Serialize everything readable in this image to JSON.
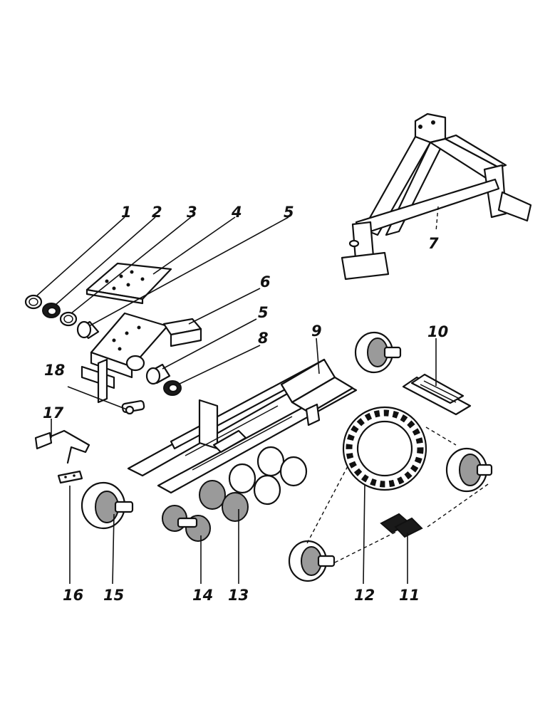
{
  "diagram": {
    "callouts": {
      "c1": "1",
      "c2": "2",
      "c3": "3",
      "c4": "4",
      "c5a": "5",
      "c5b": "5",
      "c6": "6",
      "c7": "7",
      "c8": "8",
      "c9": "9",
      "c10": "10",
      "c11": "11",
      "c12": "12",
      "c13": "13",
      "c14": "14",
      "c15": "15",
      "c16": "16",
      "c17": "17",
      "c18": "18"
    }
  }
}
